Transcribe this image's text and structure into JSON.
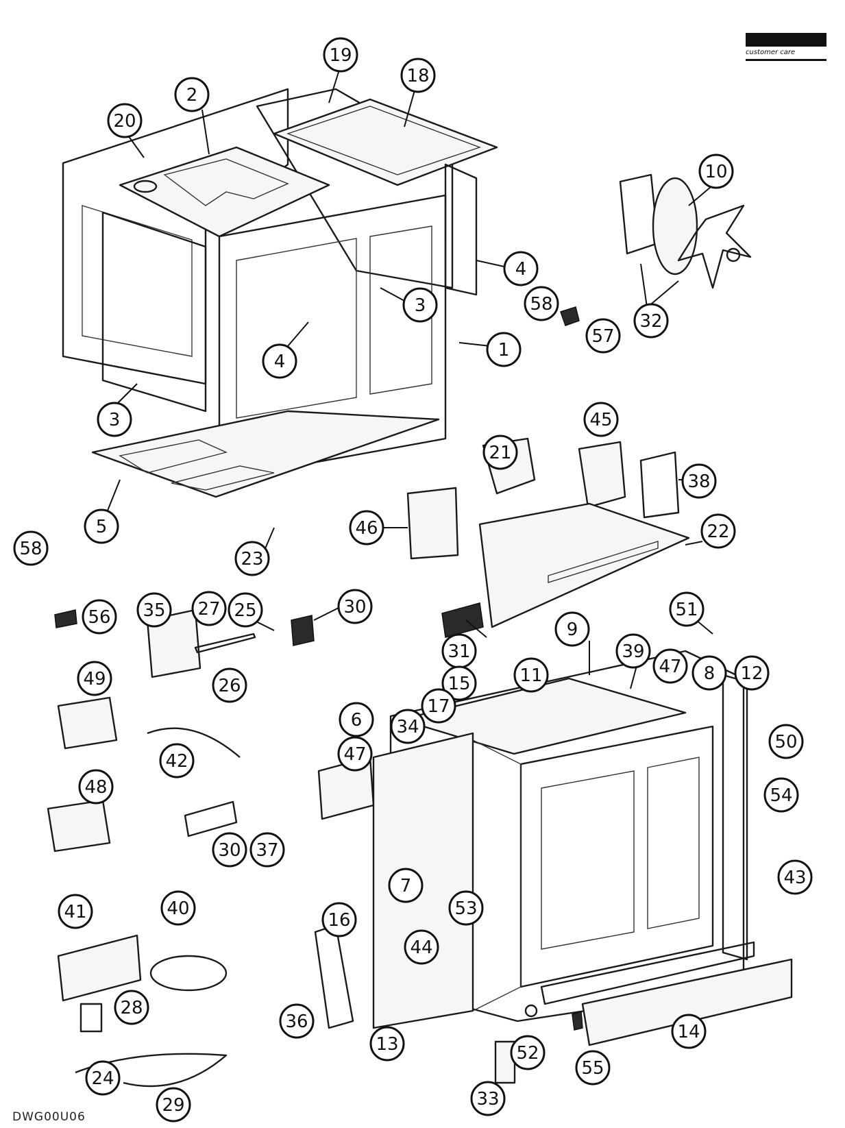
{
  "brand": {
    "logo_icon": "customer-care-logo-icon",
    "tagline": "customer care"
  },
  "drawing_code": "DWG00U06",
  "callouts": [
    {
      "id": "c20",
      "label": "20"
    },
    {
      "id": "c2",
      "label": "2"
    },
    {
      "id": "c19",
      "label": "19"
    },
    {
      "id": "c18",
      "label": "18"
    },
    {
      "id": "c10",
      "label": "10"
    },
    {
      "id": "c4a",
      "label": "4"
    },
    {
      "id": "c4b",
      "label": "4"
    },
    {
      "id": "c3a",
      "label": "3"
    },
    {
      "id": "c3b",
      "label": "3"
    },
    {
      "id": "c1",
      "label": "1"
    },
    {
      "id": "c58a",
      "label": "58"
    },
    {
      "id": "c57",
      "label": "57"
    },
    {
      "id": "c32",
      "label": "32"
    },
    {
      "id": "c5",
      "label": "5"
    },
    {
      "id": "c45",
      "label": "45"
    },
    {
      "id": "c21",
      "label": "21"
    },
    {
      "id": "c38",
      "label": "38"
    },
    {
      "id": "c46",
      "label": "46"
    },
    {
      "id": "c22",
      "label": "22"
    },
    {
      "id": "c23",
      "label": "23"
    },
    {
      "id": "c58b",
      "label": "58"
    },
    {
      "id": "c56",
      "label": "56"
    },
    {
      "id": "c35",
      "label": "35"
    },
    {
      "id": "c27",
      "label": "27"
    },
    {
      "id": "c25",
      "label": "25"
    },
    {
      "id": "c30a",
      "label": "30"
    },
    {
      "id": "c51",
      "label": "51"
    },
    {
      "id": "c31",
      "label": "31"
    },
    {
      "id": "c9",
      "label": "9"
    },
    {
      "id": "c39",
      "label": "39"
    },
    {
      "id": "c47a",
      "label": "47"
    },
    {
      "id": "c8",
      "label": "8"
    },
    {
      "id": "c12",
      "label": "12"
    },
    {
      "id": "c26",
      "label": "26"
    },
    {
      "id": "c11",
      "label": "11"
    },
    {
      "id": "c15",
      "label": "15"
    },
    {
      "id": "c49",
      "label": "49"
    },
    {
      "id": "c6",
      "label": "6"
    },
    {
      "id": "c34",
      "label": "34"
    },
    {
      "id": "c17",
      "label": "17"
    },
    {
      "id": "c50",
      "label": "50"
    },
    {
      "id": "c42",
      "label": "42"
    },
    {
      "id": "c47b",
      "label": "47"
    },
    {
      "id": "c48",
      "label": "48"
    },
    {
      "id": "c54",
      "label": "54"
    },
    {
      "id": "c30b",
      "label": "30"
    },
    {
      "id": "c37",
      "label": "37"
    },
    {
      "id": "c43",
      "label": "43"
    },
    {
      "id": "c7",
      "label": "7"
    },
    {
      "id": "c53",
      "label": "53"
    },
    {
      "id": "c16",
      "label": "16"
    },
    {
      "id": "c41",
      "label": "41"
    },
    {
      "id": "c40",
      "label": "40"
    },
    {
      "id": "c44",
      "label": "44"
    },
    {
      "id": "c28",
      "label": "28"
    },
    {
      "id": "c36",
      "label": "36"
    },
    {
      "id": "c13",
      "label": "13"
    },
    {
      "id": "c14",
      "label": "14"
    },
    {
      "id": "c52",
      "label": "52"
    },
    {
      "id": "c55",
      "label": "55"
    },
    {
      "id": "c24",
      "label": "24"
    },
    {
      "id": "c33",
      "label": "33"
    },
    {
      "id": "c29",
      "label": "29"
    }
  ]
}
